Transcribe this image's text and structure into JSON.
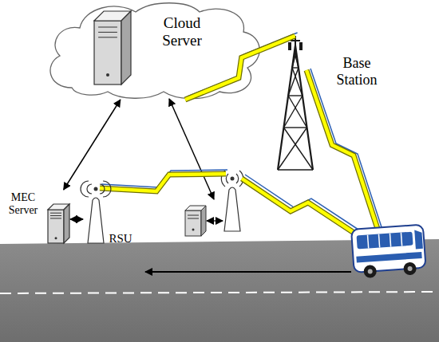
{
  "diagram": {
    "nodes": [
      {
        "text": [
          "Cloud Server"
        ]
      },
      {
        "text": [
          "Base Station"
        ]
      },
      {
        "text": [
          "MEC Server"
        ]
      },
      {
        "text": [
          "RSU"
        ]
      }
    ],
    "edges": [
      {
        "from": 0,
        "to": 2,
        "arrow": "both"
      },
      {
        "from": 2,
        "to": 3,
        "arrow": "both"
      },
      {
        "from": 0,
        "to": 1,
        "arrow": "none"
      }
    ]
  }
}
